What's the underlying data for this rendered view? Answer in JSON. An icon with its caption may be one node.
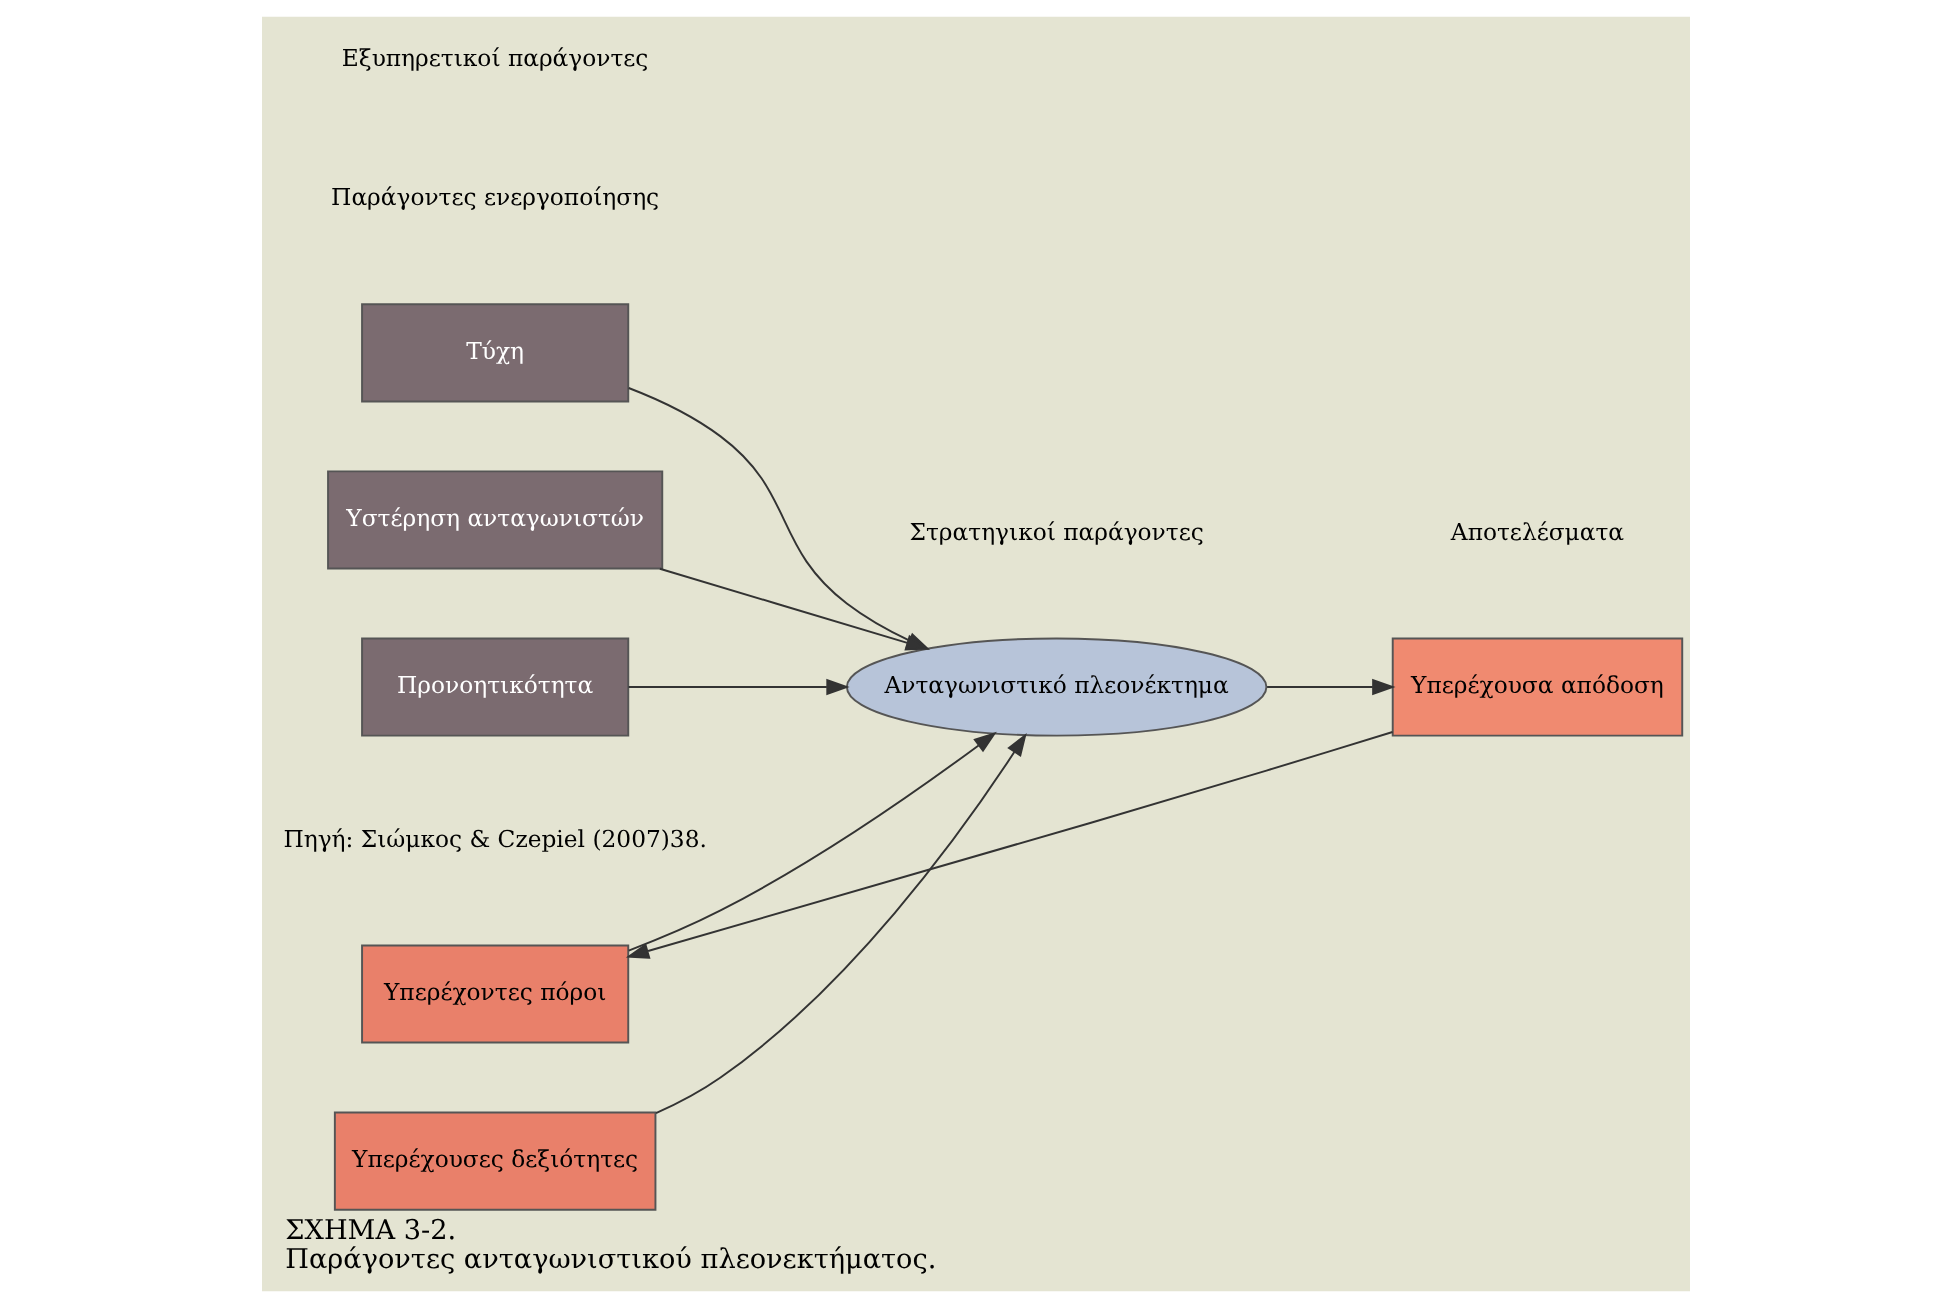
{
  "diagram": {
    "title": "ΣΧΗΜΑ 3-2.",
    "caption": "Παράγοντες ανταγωνιστικού πλεονεκτήματος.",
    "nodes": [
      {
        "text": [
          "Τύχη"
        ]
      },
      {
        "text": [
          "Υστέρηση ανταγωνιστών"
        ]
      },
      {
        "text": [
          "Προνοητικότητα"
        ]
      },
      {
        "text": [
          "Υπερέχουσες δεξιότητες"
        ]
      },
      {
        "text": [
          "Υπερέχοντες πόροι"
        ]
      },
      {
        "text": [
          "Ανταγωνιστικό πλεονέκτημα"
        ]
      },
      {
        "text": [
          "Υπερέχουσα απόδοση"
        ]
      }
    ],
    "edges": [
      {
        "from": 0,
        "to": 5,
        "arrow": "to"
      },
      {
        "from": 1,
        "to": 5,
        "arrow": "to"
      },
      {
        "from": 2,
        "to": 5,
        "arrow": "to"
      },
      {
        "from": 3,
        "to": 5,
        "arrow": "to"
      },
      {
        "from": 4,
        "to": 5,
        "arrow": "to"
      },
      {
        "from": 5,
        "to": 6,
        "arrow": "to"
      },
      {
        "from": 6,
        "to": 4,
        "arrow": "to"
      }
    ],
    "labels": [
      "Παράγοντες ενεργοποίησης",
      "Εξυπηρετικοί παράγοντες",
      "Στρατηγικοί παράγοντες",
      "Αποτελέσματα",
      "Πηγή: Σιώμκος & Czepiel (2007)38."
    ]
  }
}
